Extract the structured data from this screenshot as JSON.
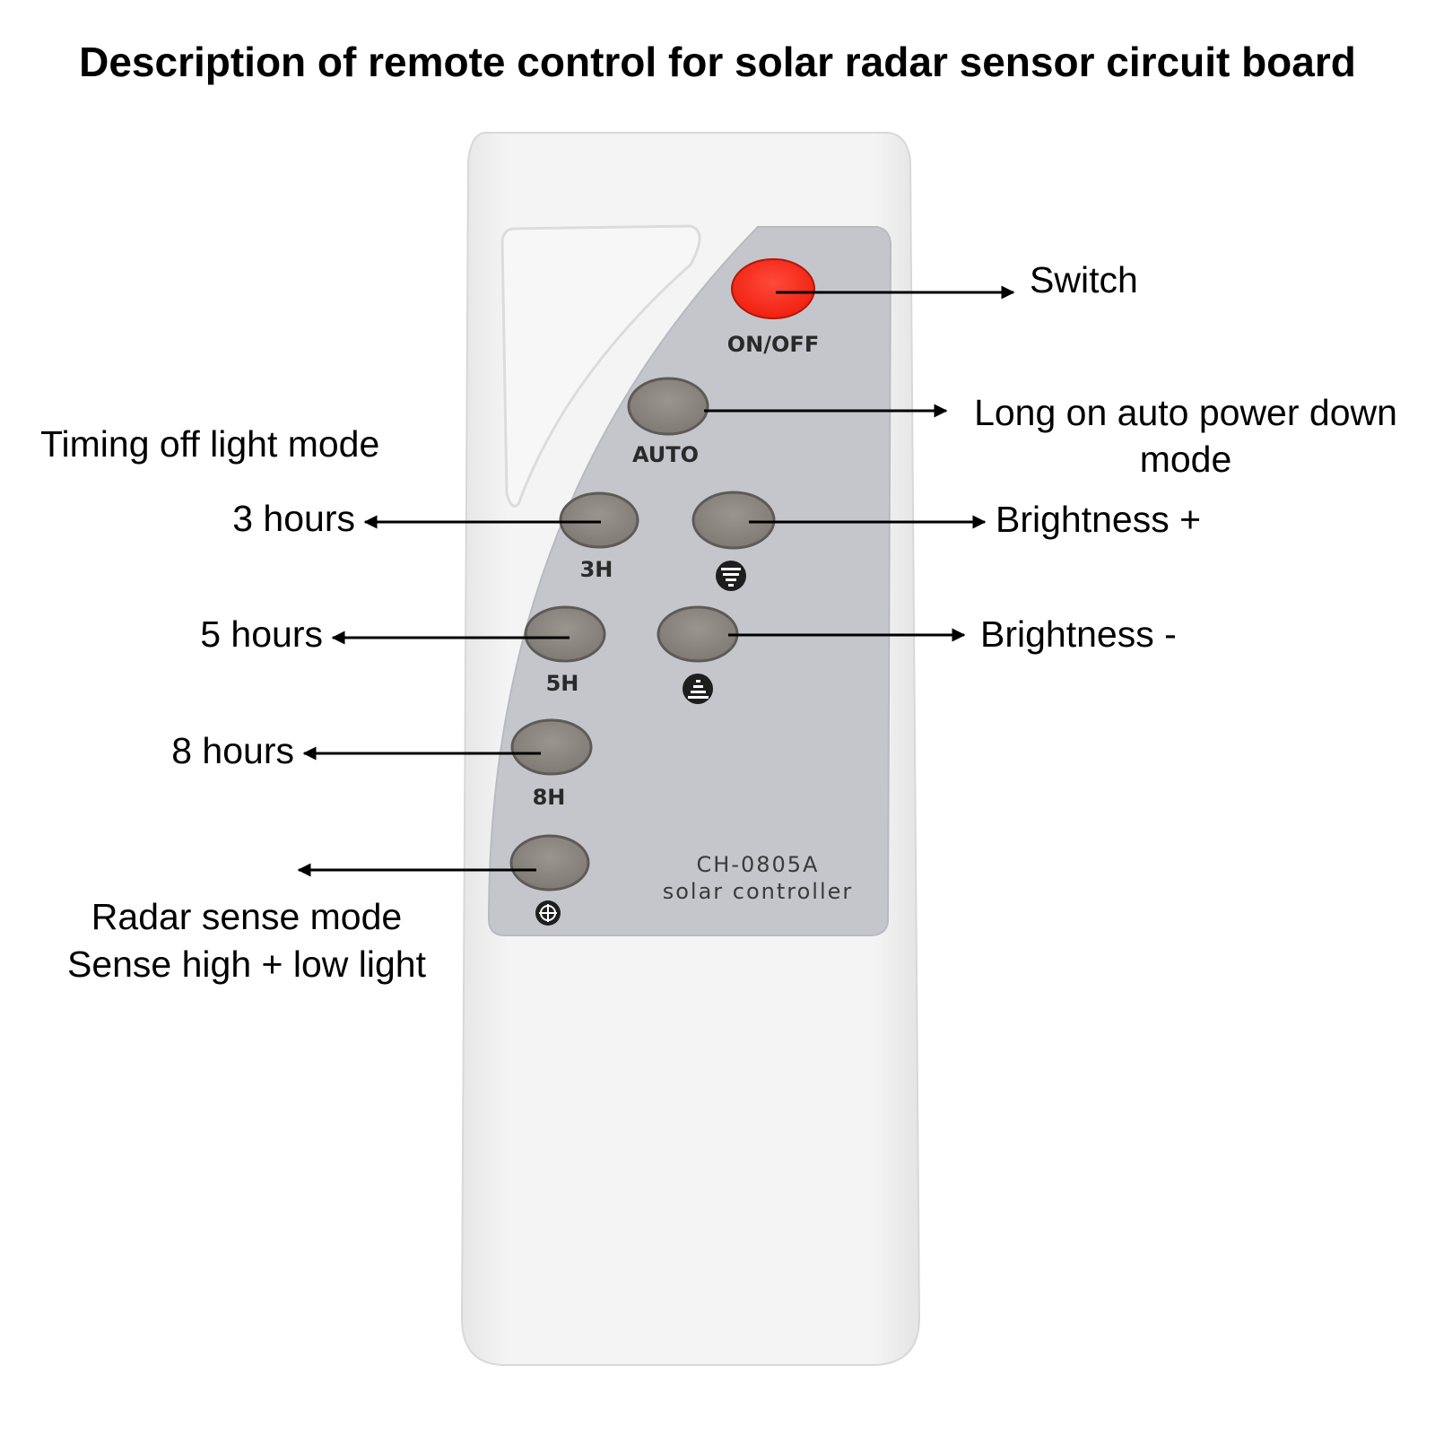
{
  "title": "Description of remote control for solar radar sensor circuit board",
  "remote": {
    "model": "CH-0805A",
    "subtitle": "solar controller",
    "buttons": {
      "onoff": "ON/OFF",
      "auto": "AUTO",
      "h3": "3H",
      "h5": "5H",
      "h8": "8H",
      "brightness_up_icon": "brightness-up-icon",
      "brightness_down_icon": "brightness-down-icon",
      "radar_icon": "radar-sense-icon"
    },
    "colors": {
      "body": "#f2f2f2",
      "panel": "#c4c6cc",
      "button": "#8d8883",
      "power": "#ff2a1a"
    }
  },
  "labels": {
    "switch": "Switch",
    "auto_line1": "Long on auto power down",
    "auto_line2": "mode",
    "timing_header": "Timing off light mode",
    "h3": "3 hours",
    "h5": "5 hours",
    "h8": "8 hours",
    "brightness_up": "Brightness +",
    "brightness_down": "Brightness -",
    "radar_line1": "Radar sense mode",
    "radar_line2": "Sense high + low light"
  }
}
